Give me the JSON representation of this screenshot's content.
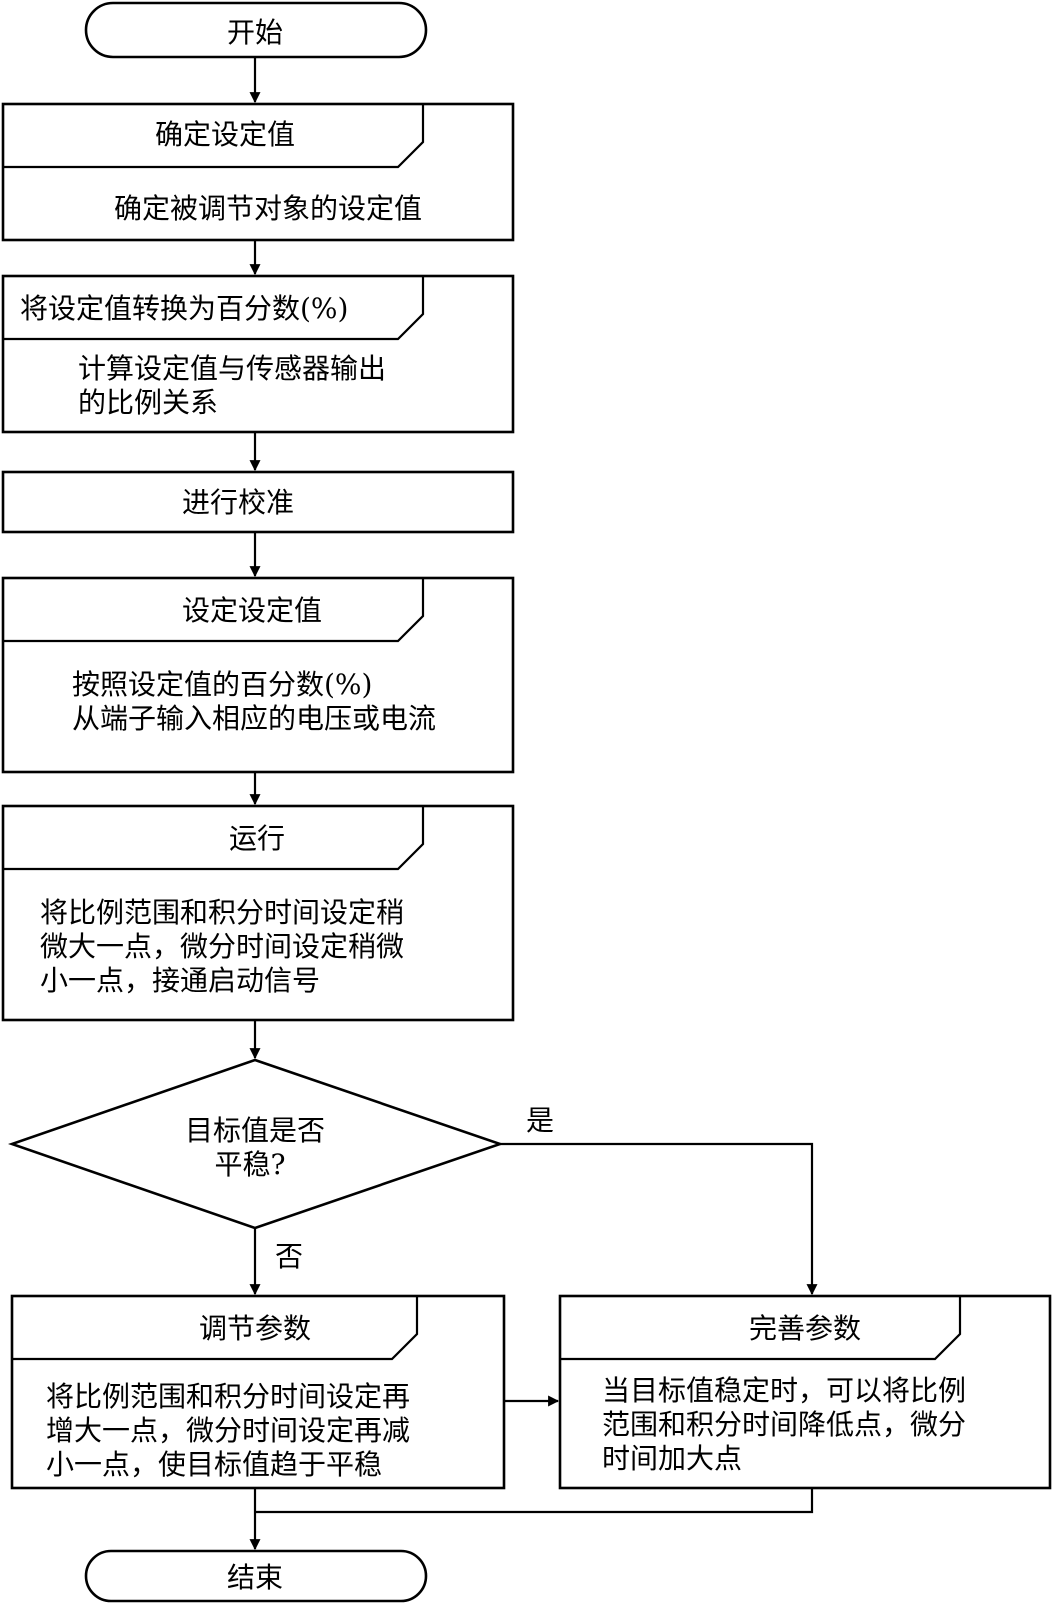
{
  "flowchart": {
    "start": "开始",
    "step1": {
      "title": "确定设定值",
      "body": [
        "确定被调节对象的设定值"
      ]
    },
    "step2": {
      "title": "将设定值转换为百分数(%)",
      "body": [
        "计算设定值与传感器输出",
        "的比例关系"
      ]
    },
    "step3": {
      "title": "进行校准"
    },
    "step4": {
      "title": "设定设定值",
      "body": [
        "按照设定值的百分数(%)",
        "从端子输入相应的电压或电流"
      ]
    },
    "step5": {
      "title": "运行",
      "body": [
        "将比例范围和积分时间设定稍",
        "微大一点，微分时间设定稍微",
        "小一点，接通启动信号"
      ]
    },
    "decision": {
      "lines": [
        "目标值是否",
        "平稳?"
      ],
      "yes": "是",
      "no": "否"
    },
    "adjust": {
      "title": "调节参数",
      "body": [
        "将比例范围和积分时间设定再",
        "增大一点，微分时间设定再减",
        "小一点，使目标值趋于平稳"
      ]
    },
    "refine": {
      "title": "完善参数",
      "body": [
        "当目标值稳定时，可以将比例",
        "范围和积分时间降低点，微分",
        "时间加大点"
      ]
    },
    "end": "结束"
  }
}
